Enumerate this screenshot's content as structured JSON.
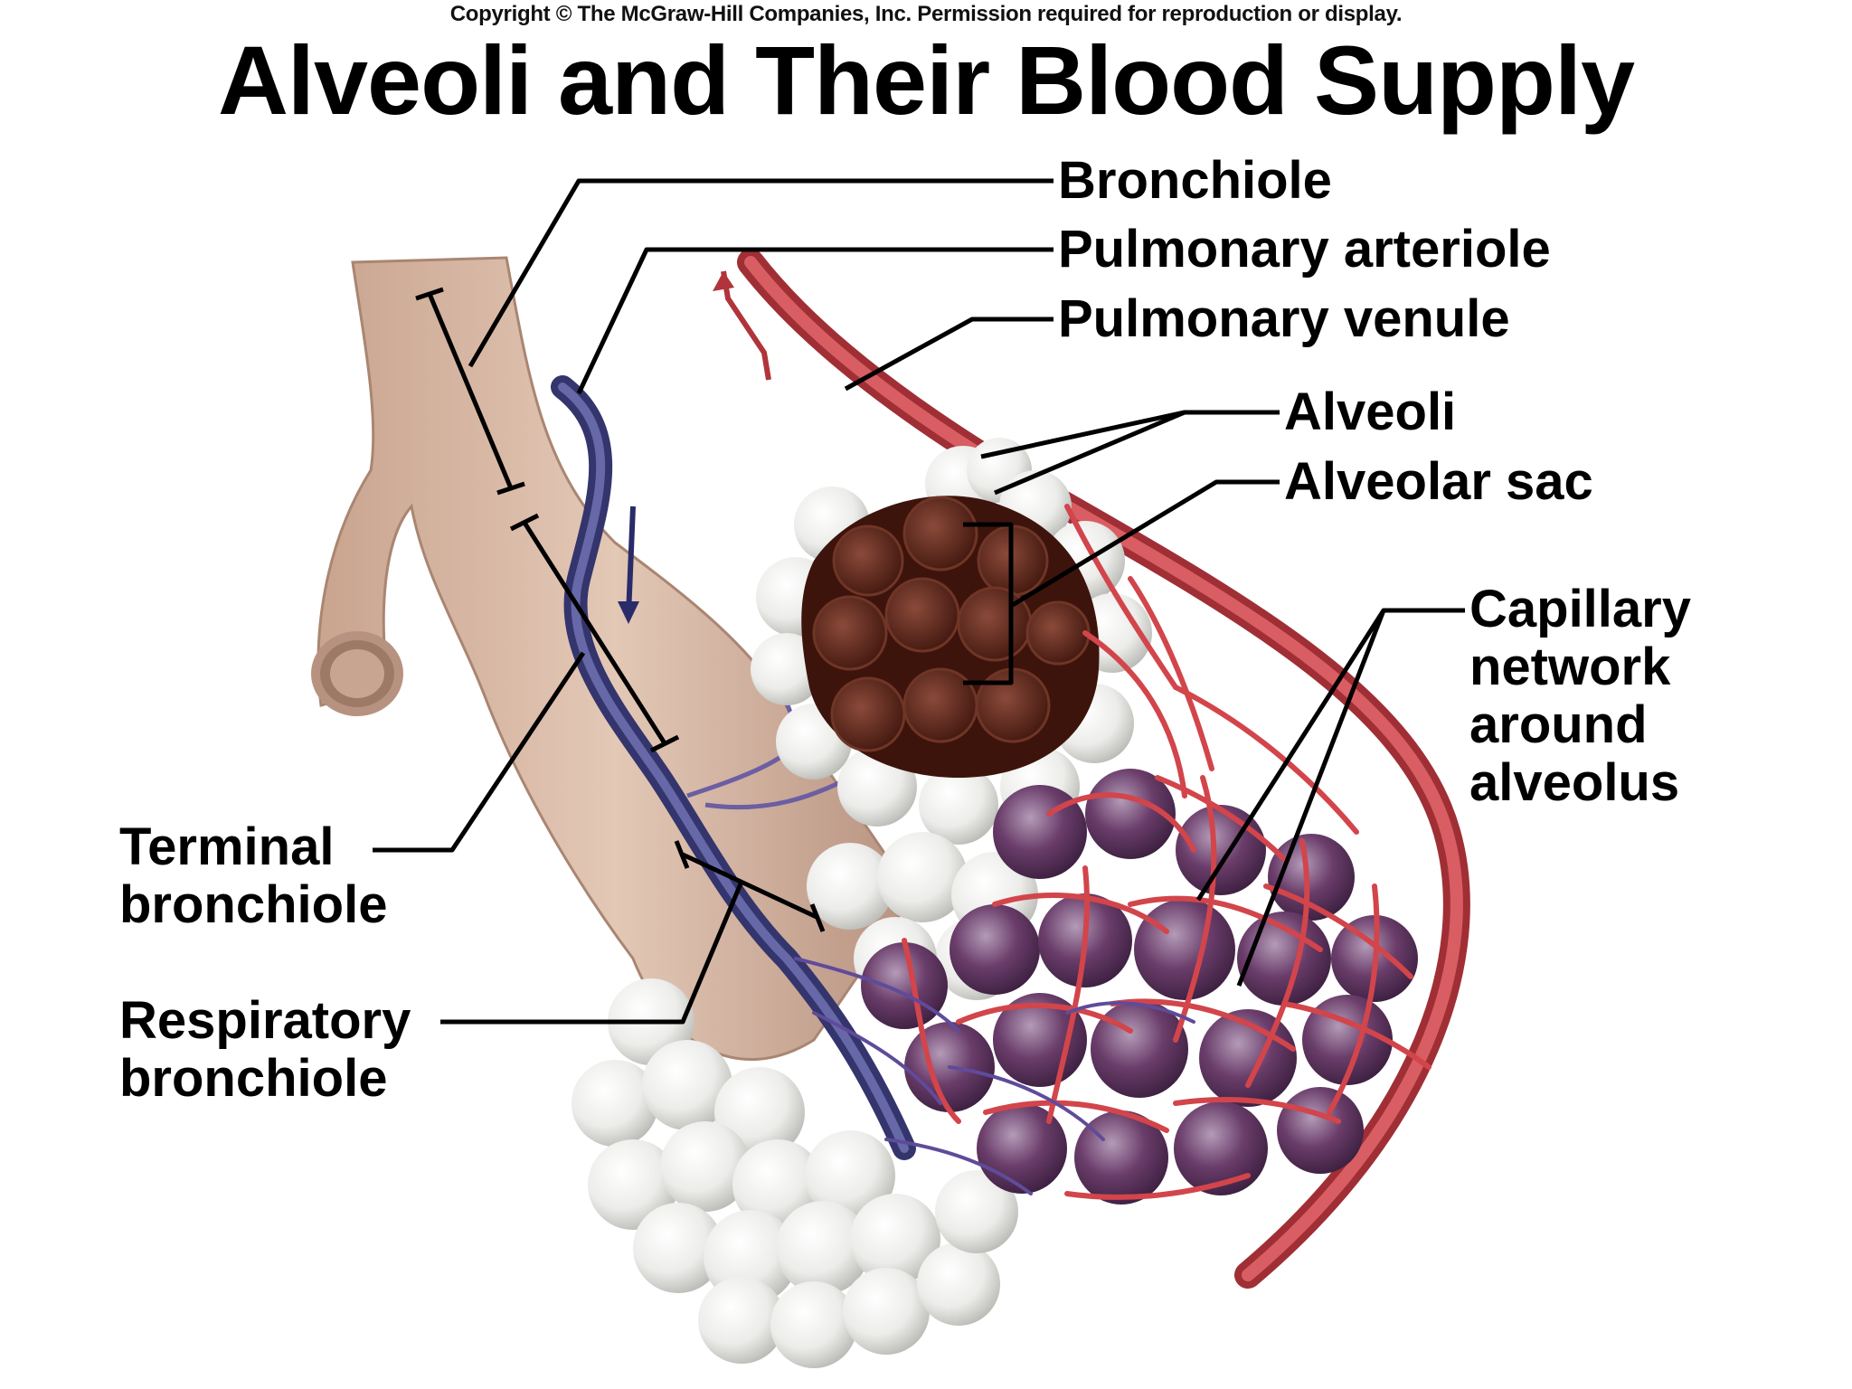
{
  "copyright": "Copyright © The McGraw-Hill Companies, Inc. Permission required for reproduction or display.",
  "title": "Alveoli and Their Blood Supply",
  "labels": {
    "bronchiole": "Bronchiole",
    "pulmonary_arteriole": "Pulmonary arteriole",
    "pulmonary_venule": "Pulmonary venule",
    "alveoli": "Alveoli",
    "alveolar_sac": "Alveolar sac",
    "capillary_network": "Capillary\nnetwork\naround\nalveolus",
    "terminal_bronchiole": "Terminal\nbronchiole",
    "respiratory_bronchiole": "Respiratory\nbronchiole"
  },
  "colors": {
    "bronchiole_tan": "#d9b9a4",
    "arteriole_blue": "#4b4c8e",
    "venule_red": "#c8474c",
    "capillary_purple": "#5a2d55",
    "alveolus_white": "#eeeeea",
    "sac_interior": "#5a2419"
  }
}
